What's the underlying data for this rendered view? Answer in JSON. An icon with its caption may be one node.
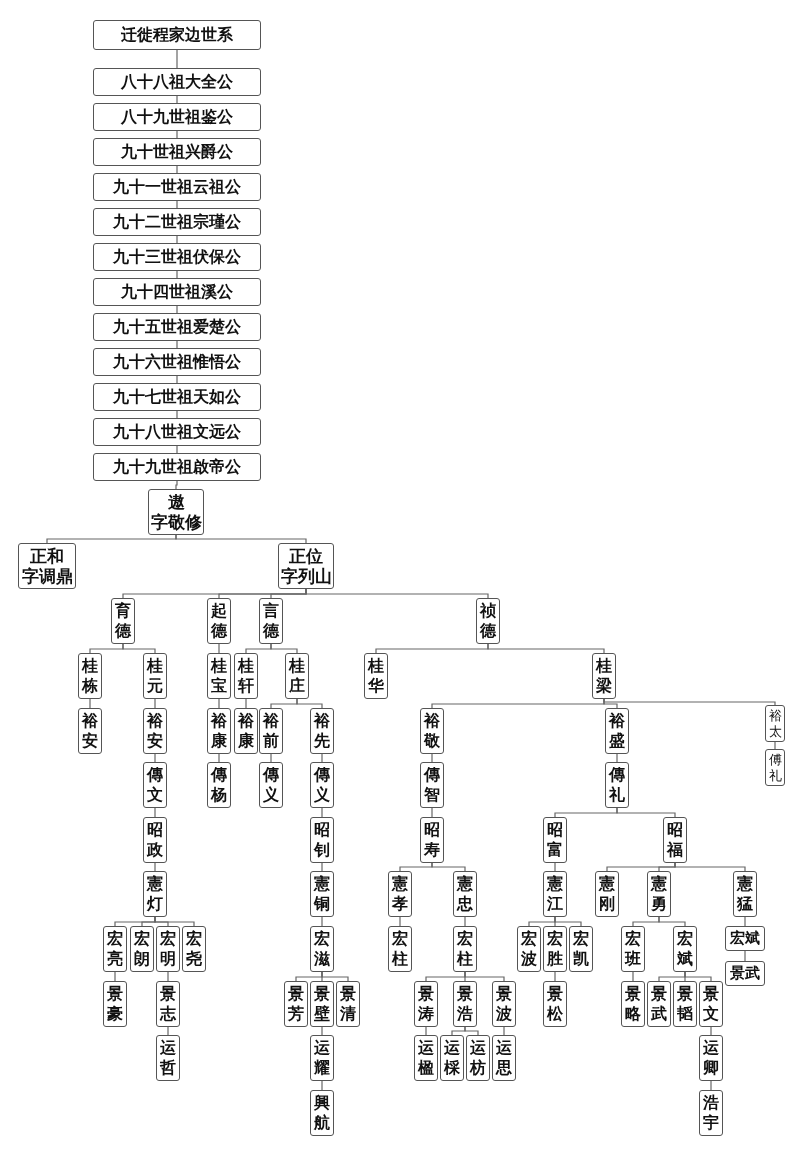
{
  "diagram": {
    "nodes": [
      {
        "text": [
          "迁徙程家边世系"
        ]
      },
      {
        "text": [
          "八十八祖大全公"
        ]
      },
      {
        "text": [
          "八十九世祖鉴公"
        ]
      },
      {
        "text": [
          "九十世祖兴爵公"
        ]
      },
      {
        "text": [
          "九十一世祖云祖公"
        ]
      },
      {
        "text": [
          "九十二世祖宗瑾公"
        ]
      },
      {
        "text": [
          "九十三世祖伏保公"
        ]
      },
      {
        "text": [
          "九十四世祖溪公"
        ]
      },
      {
        "text": [
          "九十五世祖爱楚公"
        ]
      },
      {
        "text": [
          "九十六世祖惟悟公"
        ]
      },
      {
        "text": [
          "九十七世祖天如公"
        ]
      },
      {
        "text": [
          "九十八世祖文远公"
        ]
      },
      {
        "text": [
          "九十九世祖啟帝公"
        ]
      },
      {
        "text": [
          "遨",
          "字敬修"
        ]
      },
      {
        "text": [
          "正和",
          "字调鼎"
        ]
      },
      {
        "text": [
          "正位",
          "字列山"
        ]
      },
      {
        "text": [
          "育德"
        ]
      },
      {
        "text": [
          "起德"
        ]
      },
      {
        "text": [
          "言德"
        ]
      },
      {
        "text": [
          "祯德"
        ]
      },
      {
        "text": [
          "桂栋"
        ]
      },
      {
        "text": [
          "桂元"
        ]
      },
      {
        "text": [
          "桂宝"
        ]
      },
      {
        "text": [
          "桂轩"
        ]
      },
      {
        "text": [
          "桂庄"
        ]
      },
      {
        "text": [
          "桂华"
        ]
      },
      {
        "text": [
          "桂梁"
        ]
      },
      {
        "text": [
          "裕安"
        ]
      },
      {
        "text": [
          "裕安"
        ]
      },
      {
        "text": [
          "裕康"
        ]
      },
      {
        "text": [
          "裕康"
        ]
      },
      {
        "text": [
          "裕前"
        ]
      },
      {
        "text": [
          "裕先"
        ]
      },
      {
        "text": [
          "裕敬"
        ]
      },
      {
        "text": [
          "裕盛"
        ]
      },
      {
        "text": [
          "裕太"
        ]
      },
      {
        "text": [
          "傳文"
        ]
      },
      {
        "text": [
          "傳杨"
        ]
      },
      {
        "text": [
          "傳义"
        ]
      },
      {
        "text": [
          "傳义"
        ]
      },
      {
        "text": [
          "傳智"
        ]
      },
      {
        "text": [
          "傳礼"
        ]
      },
      {
        "text": [
          "傅礼"
        ]
      },
      {
        "text": [
          "昭政"
        ]
      },
      {
        "text": [
          "昭钊"
        ]
      },
      {
        "text": [
          "昭寿"
        ]
      },
      {
        "text": [
          "昭富"
        ]
      },
      {
        "text": [
          "昭福"
        ]
      },
      {
        "text": [
          "憲灯"
        ]
      },
      {
        "text": [
          "憲铜"
        ]
      },
      {
        "text": [
          "憲孝"
        ]
      },
      {
        "text": [
          "憲忠"
        ]
      },
      {
        "text": [
          "憲江"
        ]
      },
      {
        "text": [
          "憲刚"
        ]
      },
      {
        "text": [
          "憲勇"
        ]
      },
      {
        "text": [
          "憲猛"
        ]
      },
      {
        "text": [
          "宏亮"
        ]
      },
      {
        "text": [
          "宏朗"
        ]
      },
      {
        "text": [
          "宏明"
        ]
      },
      {
        "text": [
          "宏尧"
        ]
      },
      {
        "text": [
          "宏滋"
        ]
      },
      {
        "text": [
          "宏柱"
        ]
      },
      {
        "text": [
          "宏柱"
        ]
      },
      {
        "text": [
          "宏波"
        ]
      },
      {
        "text": [
          "宏胜"
        ]
      },
      {
        "text": [
          "宏凯"
        ]
      },
      {
        "text": [
          "宏班"
        ]
      },
      {
        "text": [
          "宏斌"
        ]
      },
      {
        "text": [
          "宏斌"
        ]
      },
      {
        "text": [
          "景武"
        ]
      },
      {
        "text": [
          "景豪"
        ]
      },
      {
        "text": [
          "景志"
        ]
      },
      {
        "text": [
          "景芳"
        ]
      },
      {
        "text": [
          "景壁"
        ]
      },
      {
        "text": [
          "景清"
        ]
      },
      {
        "text": [
          "景涛"
        ]
      },
      {
        "text": [
          "景浩"
        ]
      },
      {
        "text": [
          "景波"
        ]
      },
      {
        "text": [
          "景松"
        ]
      },
      {
        "text": [
          "景略"
        ]
      },
      {
        "text": [
          "景武"
        ]
      },
      {
        "text": [
          "景韬"
        ]
      },
      {
        "text": [
          "景文"
        ]
      },
      {
        "text": [
          "运哲"
        ]
      },
      {
        "text": [
          "运耀"
        ]
      },
      {
        "text": [
          "运楹"
        ]
      },
      {
        "text": [
          "运棌"
        ]
      },
      {
        "text": [
          "运枋"
        ]
      },
      {
        "text": [
          "运思"
        ]
      },
      {
        "text": [
          "运卿"
        ]
      },
      {
        "text": [
          "興航"
        ]
      },
      {
        "text": [
          "浩宇"
        ]
      }
    ],
    "edges": [
      {
        "from": 0,
        "to": 1,
        "arrow": "none"
      },
      {
        "from": 1,
        "to": 2,
        "arrow": "none"
      },
      {
        "from": 2,
        "to": 3,
        "arrow": "none"
      },
      {
        "from": 3,
        "to": 4,
        "arrow": "none"
      },
      {
        "from": 4,
        "to": 5,
        "arrow": "none"
      },
      {
        "from": 5,
        "to": 6,
        "arrow": "none"
      },
      {
        "from": 6,
        "to": 7,
        "arrow": "none"
      },
      {
        "from": 7,
        "to": 8,
        "arrow": "none"
      },
      {
        "from": 8,
        "to": 9,
        "arrow": "none"
      },
      {
        "from": 9,
        "to": 10,
        "arrow": "none"
      },
      {
        "from": 10,
        "to": 11,
        "arrow": "none"
      },
      {
        "from": 11,
        "to": 12,
        "arrow": "none"
      },
      {
        "from": 12,
        "to": 13,
        "arrow": "none"
      },
      {
        "from": 13,
        "to": 14,
        "arrow": "none"
      },
      {
        "from": 13,
        "to": 15,
        "arrow": "none"
      },
      {
        "from": 15,
        "to": 16,
        "arrow": "none"
      },
      {
        "from": 15,
        "to": 17,
        "arrow": "none"
      },
      {
        "from": 15,
        "to": 18,
        "arrow": "none"
      },
      {
        "from": 15,
        "to": 19,
        "arrow": "none"
      },
      {
        "from": 16,
        "to": 20,
        "arrow": "none"
      },
      {
        "from": 16,
        "to": 21,
        "arrow": "none"
      },
      {
        "from": 17,
        "to": 22,
        "arrow": "none"
      },
      {
        "from": 18,
        "to": 23,
        "arrow": "none"
      },
      {
        "from": 18,
        "to": 24,
        "arrow": "none"
      },
      {
        "from": 19,
        "to": 25,
        "arrow": "none"
      },
      {
        "from": 19,
        "to": 26,
        "arrow": "none"
      },
      {
        "from": 20,
        "to": 27,
        "arrow": "none"
      },
      {
        "from": 21,
        "to": 28,
        "arrow": "none"
      },
      {
        "from": 22,
        "to": 29,
        "arrow": "none"
      },
      {
        "from": 23,
        "to": 30,
        "arrow": "none"
      },
      {
        "from": 24,
        "to": 31,
        "arrow": "none"
      },
      {
        "from": 24,
        "to": 32,
        "arrow": "none"
      },
      {
        "from": 26,
        "to": 33,
        "arrow": "none"
      },
      {
        "from": 26,
        "to": 34,
        "arrow": "none"
      },
      {
        "from": 26,
        "to": 35,
        "arrow": "none"
      },
      {
        "from": 28,
        "to": 36,
        "arrow": "none"
      },
      {
        "from": 29,
        "to": 37,
        "arrow": "none"
      },
      {
        "from": 31,
        "to": 38,
        "arrow": "none"
      },
      {
        "from": 32,
        "to": 39,
        "arrow": "none"
      },
      {
        "from": 33,
        "to": 40,
        "arrow": "none"
      },
      {
        "from": 34,
        "to": 41,
        "arrow": "none"
      },
      {
        "from": 35,
        "to": 42,
        "arrow": "none"
      },
      {
        "from": 36,
        "to": 43,
        "arrow": "none"
      },
      {
        "from": 39,
        "to": 44,
        "arrow": "none"
      },
      {
        "from": 40,
        "to": 45,
        "arrow": "none"
      },
      {
        "from": 41,
        "to": 46,
        "arrow": "none"
      },
      {
        "from": 41,
        "to": 47,
        "arrow": "none"
      },
      {
        "from": 43,
        "to": 48,
        "arrow": "none"
      },
      {
        "from": 44,
        "to": 49,
        "arrow": "none"
      },
      {
        "from": 45,
        "to": 50,
        "arrow": "none"
      },
      {
        "from": 45,
        "to": 51,
        "arrow": "none"
      },
      {
        "from": 46,
        "to": 52,
        "arrow": "none"
      },
      {
        "from": 47,
        "to": 53,
        "arrow": "none"
      },
      {
        "from": 47,
        "to": 54,
        "arrow": "none"
      },
      {
        "from": 47,
        "to": 55,
        "arrow": "none"
      },
      {
        "from": 48,
        "to": 56,
        "arrow": "none"
      },
      {
        "from": 48,
        "to": 57,
        "arrow": "none"
      },
      {
        "from": 48,
        "to": 58,
        "arrow": "none"
      },
      {
        "from": 48,
        "to": 59,
        "arrow": "none"
      },
      {
        "from": 49,
        "to": 60,
        "arrow": "none"
      },
      {
        "from": 50,
        "to": 61,
        "arrow": "none"
      },
      {
        "from": 51,
        "to": 62,
        "arrow": "none"
      },
      {
        "from": 52,
        "to": 63,
        "arrow": "none"
      },
      {
        "from": 52,
        "to": 64,
        "arrow": "none"
      },
      {
        "from": 52,
        "to": 65,
        "arrow": "none"
      },
      {
        "from": 54,
        "to": 66,
        "arrow": "none"
      },
      {
        "from": 54,
        "to": 67,
        "arrow": "none"
      },
      {
        "from": 55,
        "to": 68,
        "arrow": "none"
      },
      {
        "from": 68,
        "to": 69,
        "arrow": "none"
      },
      {
        "from": 56,
        "to": 70,
        "arrow": "none"
      },
      {
        "from": 58,
        "to": 71,
        "arrow": "none"
      },
      {
        "from": 60,
        "to": 72,
        "arrow": "none"
      },
      {
        "from": 60,
        "to": 73,
        "arrow": "none"
      },
      {
        "from": 60,
        "to": 74,
        "arrow": "none"
      },
      {
        "from": 62,
        "to": 75,
        "arrow": "none"
      },
      {
        "from": 62,
        "to": 76,
        "arrow": "none"
      },
      {
        "from": 62,
        "to": 77,
        "arrow": "none"
      },
      {
        "from": 64,
        "to": 78,
        "arrow": "none"
      },
      {
        "from": 66,
        "to": 79,
        "arrow": "none"
      },
      {
        "from": 67,
        "to": 80,
        "arrow": "none"
      },
      {
        "from": 67,
        "to": 81,
        "arrow": "none"
      },
      {
        "from": 67,
        "to": 82,
        "arrow": "none"
      },
      {
        "from": 71,
        "to": 83,
        "arrow": "none"
      },
      {
        "from": 73,
        "to": 84,
        "arrow": "none"
      },
      {
        "from": 75,
        "to": 85,
        "arrow": "none"
      },
      {
        "from": 76,
        "to": 86,
        "arrow": "none"
      },
      {
        "from": 76,
        "to": 87,
        "arrow": "none"
      },
      {
        "from": 77,
        "to": 88,
        "arrow": "none"
      },
      {
        "from": 82,
        "to": 89,
        "arrow": "none"
      },
      {
        "from": 84,
        "to": 90,
        "arrow": "none"
      },
      {
        "from": 89,
        "to": 91,
        "arrow": "none"
      }
    ]
  }
}
